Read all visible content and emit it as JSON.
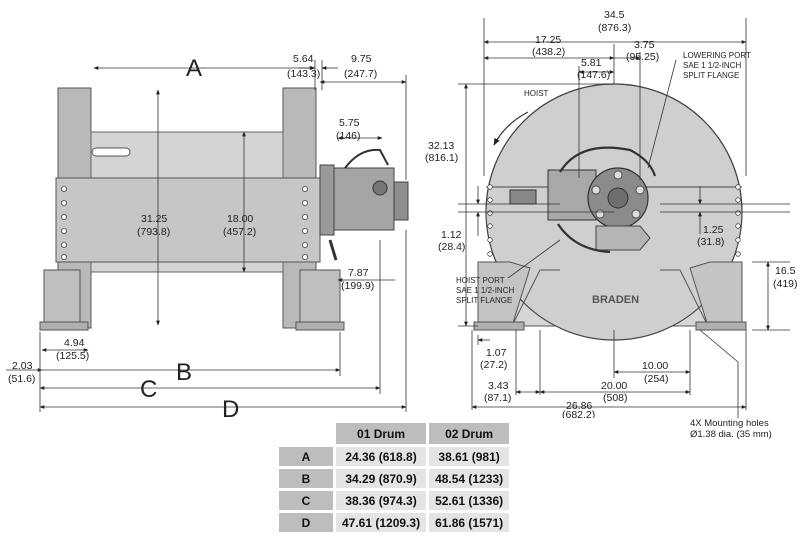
{
  "left_view": {
    "dims": {
      "a_letter": "A",
      "b_letter": "B",
      "c_letter": "C",
      "d_letter": "D",
      "d564": "5.64",
      "d564_mm": "(143.3)",
      "d975": "9.75",
      "d975_mm": "(247.7)",
      "d575": "5.75",
      "d575_mm": "(146)",
      "d3125": "31.25",
      "d3125_mm": "(793.8)",
      "d1800": "18.00",
      "d1800_mm": "(457.2)",
      "d787": "7.87",
      "d787_mm": "(199.9)",
      "d494": "4.94",
      "d494_mm": "(125.5)",
      "d203": "2.03",
      "d203_mm": "(51.6)"
    }
  },
  "right_view": {
    "dims": {
      "d345": "34.5",
      "d345_mm": "(876.3)",
      "d1725": "17.25",
      "d1725_mm": "(438.2)",
      "d375": "3.75",
      "d375_mm": "(95.25)",
      "d581": "5.81",
      "d581_mm": "(147.6)",
      "d3213": "32.13",
      "d3213_mm": "(816.1)",
      "d112": "1.12",
      "d112_mm": "(28.4)",
      "d125": "1.25",
      "d125_mm": "(31.8)",
      "d165": "16.5",
      "d165_mm": "(419)",
      "d107": "1.07",
      "d107_mm": "(27.2)",
      "d1000": "10.00",
      "d1000_mm": "(254)",
      "d343": "3.43",
      "d343_mm": "(87.1)",
      "d2000": "20.00",
      "d2000_mm": "(508)",
      "d2686": "26.86",
      "d2686_mm": "(682.2)"
    },
    "notes": {
      "hoist": "HOIST",
      "lowering_1": "LOWERING PORT",
      "lowering_2": "SAE 1 1/2-INCH",
      "lowering_3": "SPLIT FLANGE",
      "hoist_port_1": "HOIST PORT",
      "hoist_port_2": "SAE 1 1/2-INCH",
      "hoist_port_3": "SPLIT FLANGE",
      "brand": "BRADEN"
    }
  },
  "mounting_holes": {
    "line1": "4X  Mounting holes",
    "line2": "Ø1.38 dia. (35 mm)"
  },
  "spec_table": {
    "headers": [
      "01 Drum",
      "02 Drum"
    ],
    "rows": [
      {
        "label": "A",
        "d01": "24.36 (618.8)",
        "d02": "38.61 (981)"
      },
      {
        "label": "B",
        "d01": "34.29 (870.9)",
        "d02": "48.54 (1233)"
      },
      {
        "label": "C",
        "d01": "38.36 (974.3)",
        "d02": "52.61 (1336)"
      },
      {
        "label": "D",
        "d01": "47.61 (1209.3)",
        "d02": "61.86 (1571)"
      }
    ]
  }
}
